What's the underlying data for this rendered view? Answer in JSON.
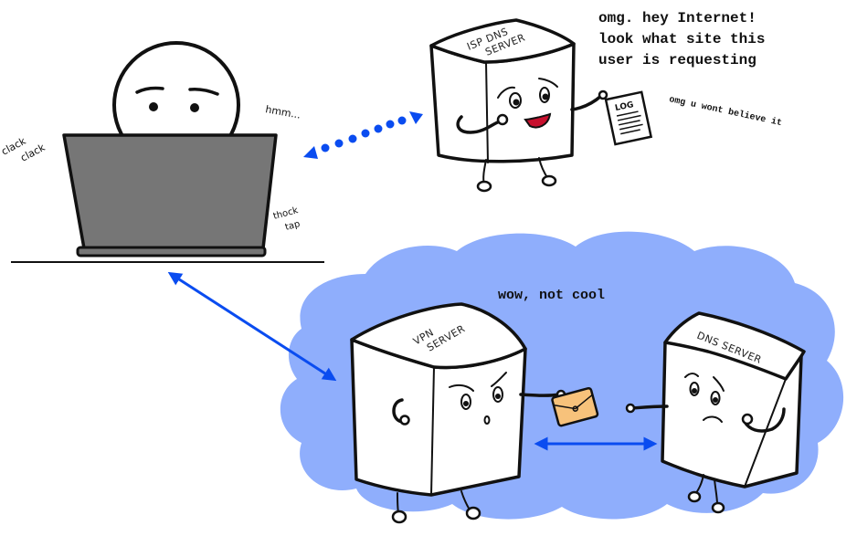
{
  "colors": {
    "cloud": "#8faefc",
    "arrow": "#0a4cf0",
    "laptop": "#767676",
    "envelope": "#f7c27b",
    "mouth": "#c8102e"
  },
  "user": {
    "hmm_text": "hmm...",
    "clack_line1": "clack",
    "clack_line2": "clack",
    "thock_line1": "thock",
    "thock_line2": "tap"
  },
  "isp_dns_server": {
    "label_line1": "ISP DNS",
    "label_line2": "SERVER",
    "speech_lines": [
      "omg. hey Internet!",
      "look what site this",
      "user is requesting"
    ],
    "log_label": "LOG",
    "aside": "omg u wont believe it"
  },
  "cloud": {
    "caption": "wow, not cool",
    "vpn_server": {
      "label_line1": "VPN",
      "label_line2": "SERVER"
    },
    "dns_server": {
      "label": "DNS SERVER"
    }
  },
  "arrows": [
    {
      "name": "user-to-isp",
      "style": "dotted",
      "direction": "bidirectional"
    },
    {
      "name": "user-to-vpn",
      "style": "solid",
      "direction": "bidirectional"
    },
    {
      "name": "vpn-to-dns",
      "style": "solid",
      "direction": "bidirectional"
    }
  ]
}
